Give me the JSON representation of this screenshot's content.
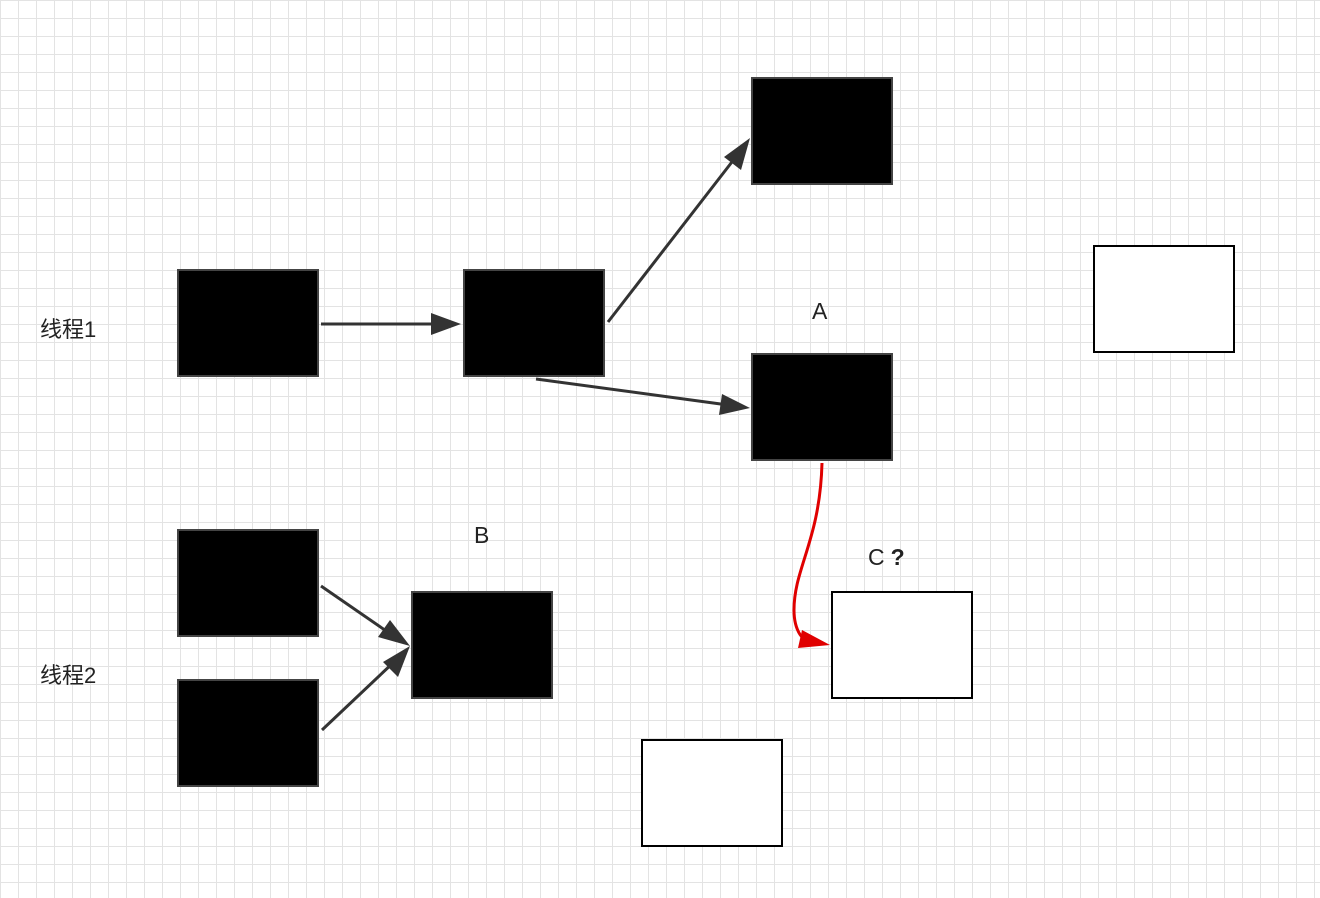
{
  "labels": {
    "thread1": "线程1",
    "thread2": "线程2",
    "a": "A",
    "b": "B",
    "c": "C",
    "c_question": "?"
  },
  "colors": {
    "node_fill": "#000000",
    "arrow": "#333333",
    "highlight_arrow": "#e00000",
    "empty_node_border": "#000000"
  }
}
